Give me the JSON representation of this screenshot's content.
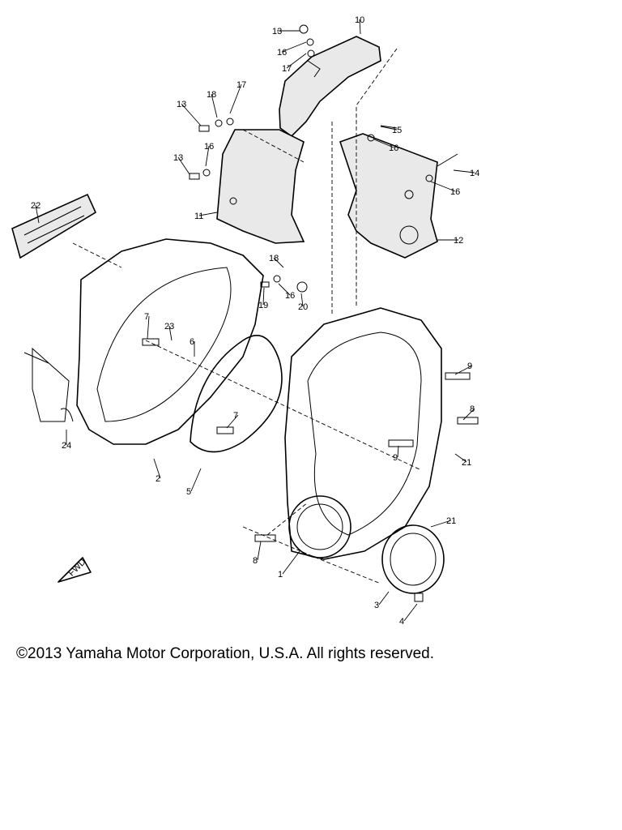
{
  "callouts": [
    {
      "label": "13"
    },
    {
      "label": "10"
    },
    {
      "label": "16"
    },
    {
      "label": "17"
    },
    {
      "label": "17"
    },
    {
      "label": "18"
    },
    {
      "label": "13"
    },
    {
      "label": "15"
    },
    {
      "label": "16"
    },
    {
      "label": "16"
    },
    {
      "label": "13"
    },
    {
      "label": "14"
    },
    {
      "label": "16"
    },
    {
      "label": "11"
    },
    {
      "label": "22"
    },
    {
      "label": "12"
    },
    {
      "label": "18"
    },
    {
      "label": "16"
    },
    {
      "label": "19"
    },
    {
      "label": "20"
    },
    {
      "label": "7"
    },
    {
      "label": "23"
    },
    {
      "label": "6"
    },
    {
      "label": "9"
    },
    {
      "label": "8"
    },
    {
      "label": "7"
    },
    {
      "label": "24"
    },
    {
      "label": "9"
    },
    {
      "label": "21"
    },
    {
      "label": "2"
    },
    {
      "label": "5"
    },
    {
      "label": "21"
    },
    {
      "label": "8"
    },
    {
      "label": "1"
    },
    {
      "label": "3"
    },
    {
      "label": "4"
    }
  ],
  "fwd_label": "FWD",
  "copyright": "©2013 Yamaha Motor Corporation, U.S.A. All rights reserved."
}
